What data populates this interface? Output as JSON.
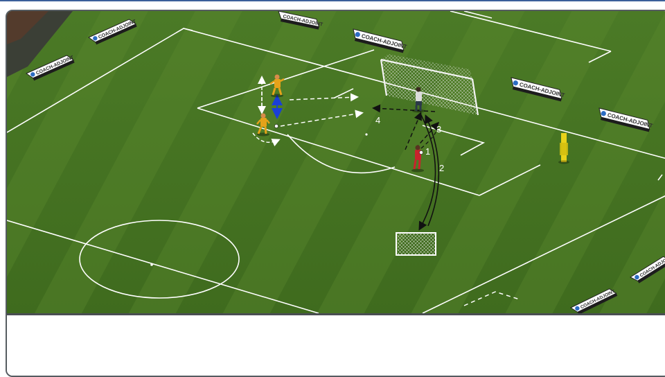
{
  "board": {
    "sponsor": "COACH-ADJOINT",
    "step_labels": [
      "1",
      "2",
      "3",
      "4"
    ]
  },
  "colors": {
    "grass_dark": "#3e6b1f",
    "grass_light": "#5c8b2e",
    "team_attack": "#e5a21a",
    "team_defend": "#c8232c",
    "keeper": "#3a4a5a",
    "frame": "#555b60",
    "accent": "#3b5f9a"
  },
  "icons": [
    "pass-arrow",
    "run-arrow",
    "player-figure",
    "ball-icon",
    "goal-net",
    "mini-goal",
    "training-pole"
  ]
}
